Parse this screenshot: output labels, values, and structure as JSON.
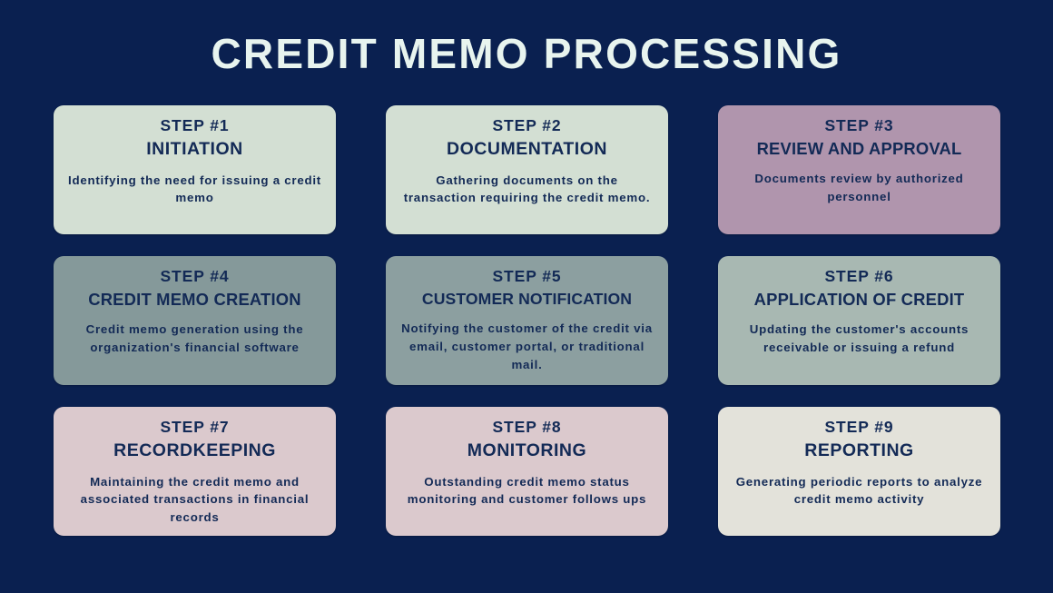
{
  "poster": {
    "title": "CREDIT MEMO PROCESSING",
    "background_color": "#0a2050",
    "title_color": "#e8f4ef",
    "text_color": "#132a56"
  },
  "cards": [
    {
      "number": "STEP #1",
      "title": "INITIATION",
      "description": "Identifying the need for issuing a credit memo",
      "fill_color": "#d3dfd3"
    },
    {
      "number": "STEP #2",
      "title": "DOCUMENTATION",
      "description": "Gathering documents on the transaction requiring the credit memo.",
      "fill_color": "#d3dfd3"
    },
    {
      "number": "STEP #3",
      "title": "REVIEW AND APPROVAL",
      "description": "Documents review by authorized personnel",
      "fill_color": "#b095ad"
    },
    {
      "number": "STEP #4",
      "title": "CREDIT MEMO CREATION",
      "description": "Credit memo generation using the organization's financial software",
      "fill_color": "#85999a"
    },
    {
      "number": "STEP #5",
      "title": "CUSTOMER NOTIFICATION",
      "description": "Notifying the customer of the credit via email, customer portal, or traditional mail.",
      "fill_color": "#8c9fa0"
    },
    {
      "number": "STEP #6",
      "title": "APPLICATION OF CREDIT",
      "description": "Updating the customer's accounts receivable or issuing a refund",
      "fill_color": "#a8b8b2"
    },
    {
      "number": "STEP #7",
      "title": "RECORDKEEPING",
      "description": "Maintaining the credit memo and associated transactions in financial records",
      "fill_color": "#dbc9cd"
    },
    {
      "number": "STEP #8",
      "title": "MONITORING",
      "description": "Outstanding credit memo status monitoring and customer follows ups",
      "fill_color": "#dbc9cd"
    },
    {
      "number": "STEP #9",
      "title": "REPORTING",
      "description": "Generating periodic reports to analyze credit memo activity",
      "fill_color": "#e3e2da"
    }
  ]
}
